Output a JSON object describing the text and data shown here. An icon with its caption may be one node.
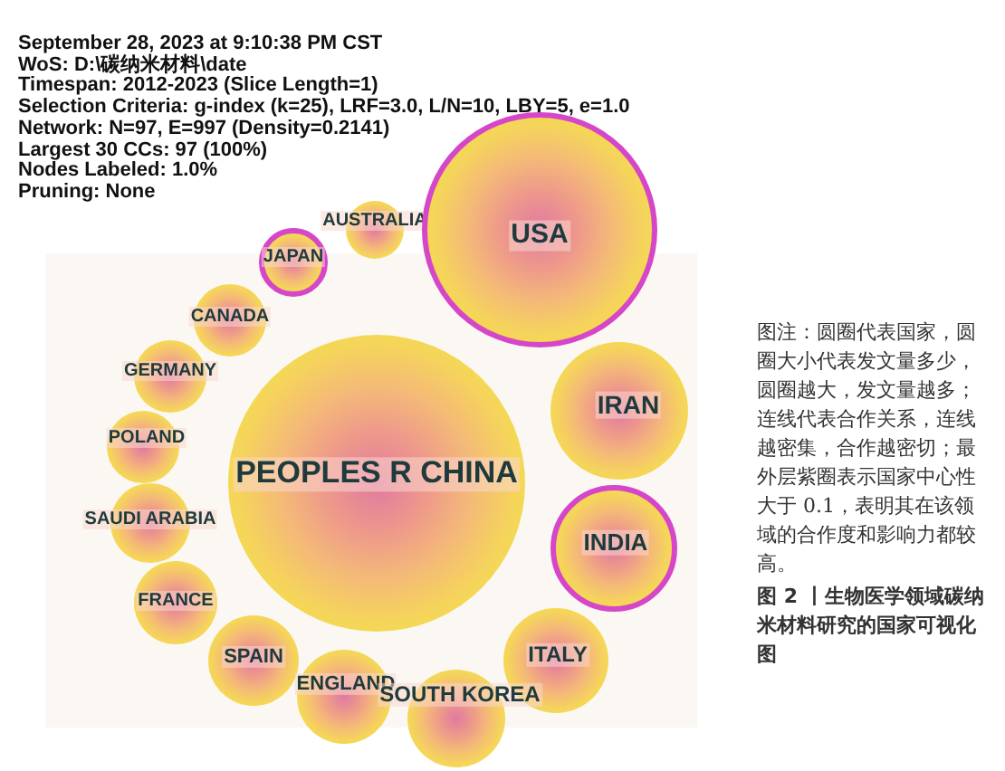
{
  "diagram": {
    "caption": "图 2 丨生物医学领域碳纳米材料研究的国家可视化图",
    "nodes": [
      {
        "text": [
          "AUSTRALIA"
        ]
      },
      {
        "text": [
          "USA"
        ]
      },
      {
        "text": [
          "JAPAN"
        ]
      },
      {
        "text": [
          "CANADA"
        ]
      },
      {
        "text": [
          "GERMANY"
        ]
      },
      {
        "text": [
          "IRAN"
        ]
      },
      {
        "text": [
          "POLAND"
        ]
      },
      {
        "text": [
          "PEOPLES R CHINA"
        ]
      },
      {
        "text": [
          "SAUDI ARABIA"
        ]
      },
      {
        "text": [
          "INDIA"
        ]
      },
      {
        "text": [
          "FRANCE"
        ]
      },
      {
        "text": [
          "SPAIN"
        ]
      },
      {
        "text": [
          "ITALY"
        ]
      },
      {
        "text": [
          "ENGLAND"
        ]
      },
      {
        "text": [
          "SOUTH KOREA"
        ]
      }
    ],
    "labels": [
      "September 28, 2023 at 9:10:38 PM CST",
      "WoS: D:\\碳纳米材料\\date",
      "Timespan: 2012-2023 (Slice Length=1)",
      "Selection Criteria: g-index (k=25), LRF=3.0, L/N=10, LBY=5, e=1.0",
      "Network: N=97, E=997 (Density=0.2141)",
      "Largest 30 CCs: 97 (100%)",
      "Nodes Labeled: 1.0%",
      "Pruning: None",
      "图注：圆圈代表国家，圆圈大小代表发文量多少，圆圈越大，发文量越多；连线代表合作关系，连线越密集，合作越密切；最外层紫圈表示国家中心性大于 0.1，表明其在该领域的合作度和影响力都较高。"
    ]
  }
}
